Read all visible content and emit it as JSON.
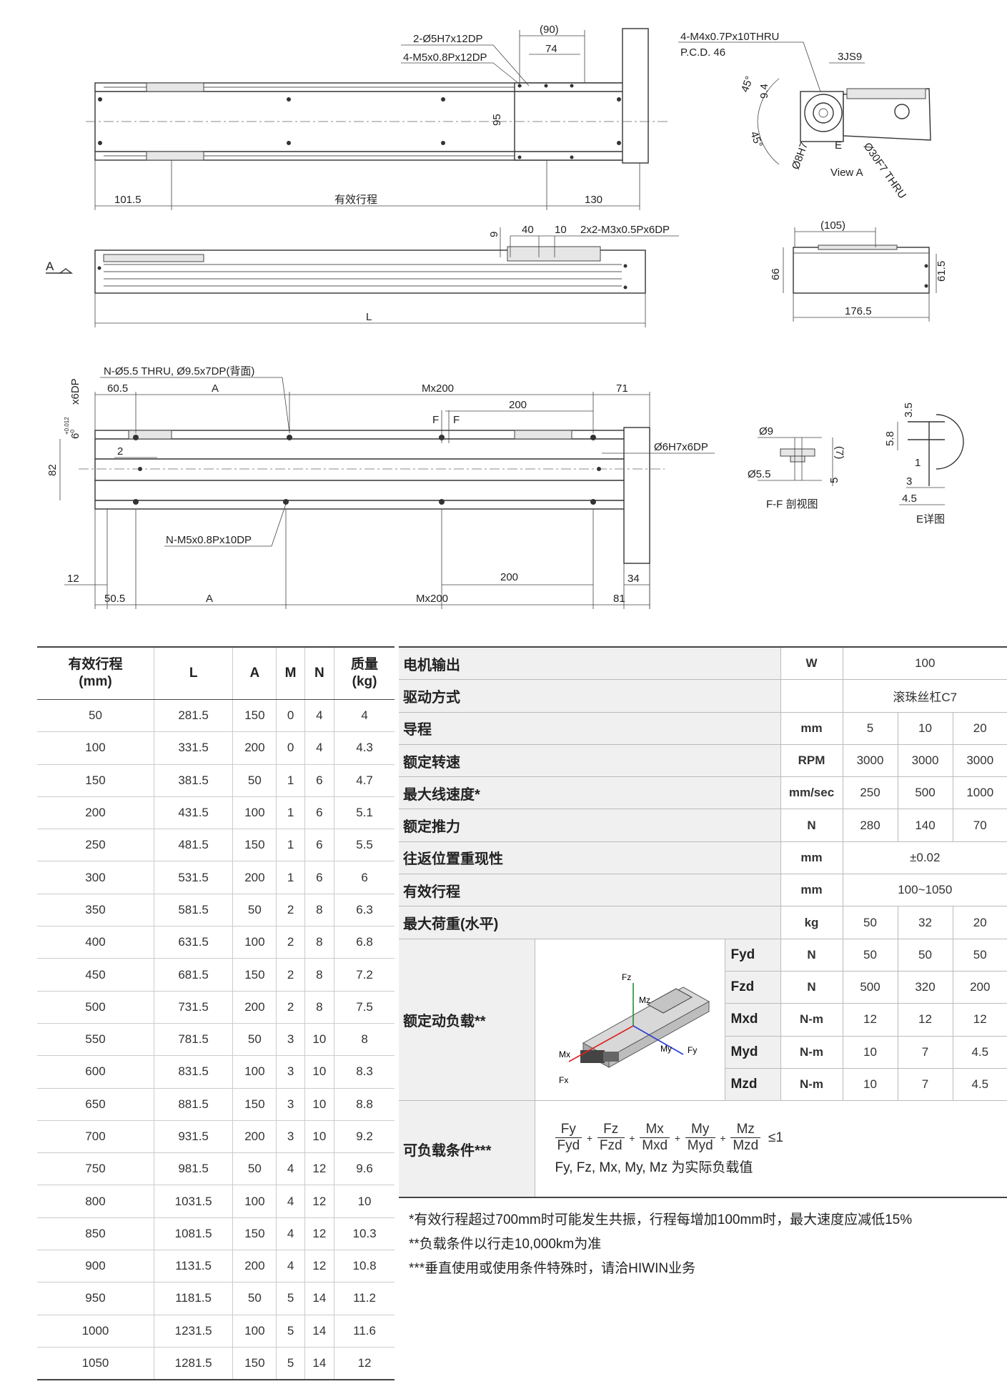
{
  "drawing": {
    "top_dims": {
      "d1": "2-Ø5H7x12DP",
      "d2": "4-M5x0.8Px12DP",
      "d3": "(90)",
      "d4": "74",
      "d5": "95",
      "d6": "101.5",
      "d7": "有效行程",
      "d8": "130"
    },
    "view_a": {
      "d1": "4-M4x0.7Px10THRU",
      "d2": "P.C.D. 46",
      "d3": "3JS9",
      "d4": "45°",
      "d5": "9.4",
      "d6": "45°",
      "d7": "Ø8H7",
      "d8": "E",
      "d9": "Ø30F7 THRU",
      "label": "View A"
    },
    "side_dims": {
      "d1": "9",
      "d2": "40",
      "d3": "10",
      "d4": "2x2-M3x0.5Px6DP",
      "d5": "A",
      "d6": "L"
    },
    "end_dims": {
      "d1": "(105)",
      "d2": "66",
      "d3": "61.5",
      "d4": "176.5"
    },
    "bottom_dims": {
      "d1": "N-Ø5.5 THRU, Ø9.5x7DP(背面)",
      "d2": "60.5",
      "d3": "A",
      "d4": "Mx200",
      "d5": "71",
      "d6": "x6DP",
      "d6a": "6",
      "d6b": "+0.012",
      "d6c": "-0",
      "d7": "F",
      "d8": "F",
      "d9": "200",
      "d10": "2",
      "d11": "82",
      "d12": "Ø6H7x6DP",
      "d13": "N-M5x0.8Px10DP",
      "d14": "12",
      "d15": "200",
      "d16": "34",
      "d17": "50.5",
      "d18": "A",
      "d19": "Mx200",
      "d20": "81"
    },
    "section_ff": {
      "d1": "Ø9",
      "d2": "(7)",
      "d3": "Ø5.5",
      "d4": "5",
      "label": "F-F 剖视图"
    },
    "detail_e": {
      "d1": "3.5",
      "d2": "5.8",
      "d3": "1",
      "d4": "3",
      "d5": "4.5",
      "label": "E详图"
    }
  },
  "stroke_table": {
    "headers": [
      "有效行程\n(mm)",
      "L",
      "A",
      "M",
      "N",
      "质量\n(kg)"
    ],
    "rows": [
      [
        "50",
        "281.5",
        "150",
        "0",
        "4",
        "4"
      ],
      [
        "100",
        "331.5",
        "200",
        "0",
        "4",
        "4.3"
      ],
      [
        "150",
        "381.5",
        "50",
        "1",
        "6",
        "4.7"
      ],
      [
        "200",
        "431.5",
        "100",
        "1",
        "6",
        "5.1"
      ],
      [
        "250",
        "481.5",
        "150",
        "1",
        "6",
        "5.5"
      ],
      [
        "300",
        "531.5",
        "200",
        "1",
        "6",
        "6"
      ],
      [
        "350",
        "581.5",
        "50",
        "2",
        "8",
        "6.3"
      ],
      [
        "400",
        "631.5",
        "100",
        "2",
        "8",
        "6.8"
      ],
      [
        "450",
        "681.5",
        "150",
        "2",
        "8",
        "7.2"
      ],
      [
        "500",
        "731.5",
        "200",
        "2",
        "8",
        "7.5"
      ],
      [
        "550",
        "781.5",
        "50",
        "3",
        "10",
        "8"
      ],
      [
        "600",
        "831.5",
        "100",
        "3",
        "10",
        "8.3"
      ],
      [
        "650",
        "881.5",
        "150",
        "3",
        "10",
        "8.8"
      ],
      [
        "700",
        "931.5",
        "200",
        "3",
        "10",
        "9.2"
      ],
      [
        "750",
        "981.5",
        "50",
        "4",
        "12",
        "9.6"
      ],
      [
        "800",
        "1031.5",
        "100",
        "4",
        "12",
        "10"
      ],
      [
        "850",
        "1081.5",
        "150",
        "4",
        "12",
        "10.3"
      ],
      [
        "900",
        "1131.5",
        "200",
        "4",
        "12",
        "10.8"
      ],
      [
        "950",
        "1181.5",
        "50",
        "5",
        "14",
        "11.2"
      ],
      [
        "1000",
        "1231.5",
        "100",
        "5",
        "14",
        "11.6"
      ],
      [
        "1050",
        "1281.5",
        "150",
        "5",
        "14",
        "12"
      ]
    ]
  },
  "spec": {
    "motor_output": {
      "label": "电机输出",
      "unit": "W",
      "value": "100"
    },
    "drive": {
      "label": "驱动方式",
      "unit": "",
      "value": "滚珠丝杠C7"
    },
    "lead": {
      "label": "导程",
      "unit": "mm",
      "v1": "5",
      "v2": "10",
      "v3": "20"
    },
    "speed": {
      "label": "额定转速",
      "unit": "RPM",
      "v1": "3000",
      "v2": "3000",
      "v3": "3000"
    },
    "max_speed": {
      "label": "最大线速度*",
      "unit": "mm/sec",
      "v1": "250",
      "v2": "500",
      "v3": "1000"
    },
    "thrust": {
      "label": "额定推力",
      "unit": "N",
      "v1": "280",
      "v2": "140",
      "v3": "70"
    },
    "repeat": {
      "label": "往返位置重现性",
      "unit": "mm",
      "value": "±0.02"
    },
    "stroke": {
      "label": "有效行程",
      "unit": "mm",
      "value": "100~1050"
    },
    "max_load": {
      "label": "最大荷重(水平)",
      "unit": "kg",
      "v1": "50",
      "v2": "32",
      "v3": "20"
    },
    "dyn_load": {
      "label": "额定动负载**",
      "axes": {
        "fz": "Fz",
        "mz": "Mz",
        "mx": "Mx",
        "fx": "Fx",
        "my": "My",
        "fy": "Fy"
      },
      "rows": [
        {
          "name": "Fyd",
          "unit": "N",
          "v1": "50",
          "v2": "50",
          "v3": "50"
        },
        {
          "name": "Fzd",
          "unit": "N",
          "v1": "500",
          "v2": "320",
          "v3": "200"
        },
        {
          "name": "Mxd",
          "unit": "N-m",
          "v1": "12",
          "v2": "12",
          "v3": "12"
        },
        {
          "name": "Myd",
          "unit": "N-m",
          "v1": "10",
          "v2": "7",
          "v3": "4.5"
        },
        {
          "name": "Mzd",
          "unit": "N-m",
          "v1": "10",
          "v2": "7",
          "v3": "4.5"
        }
      ]
    },
    "condition": {
      "label": "可负载条件***",
      "f1n": "Fy",
      "f1d": "Fyd",
      "f2n": "Fz",
      "f2d": "Fzd",
      "f3n": "Mx",
      "f3d": "Mxd",
      "f4n": "My",
      "f4d": "Myd",
      "f5n": "Mz",
      "f5d": "Mzd",
      "plus": "+",
      "le": "≤1",
      "note": "Fy, Fz, Mx, My, Mz 为实际负载值"
    }
  },
  "notes": [
    "*有效行程超过700mm时可能发生共振，行程每增加100mm时，最大速度应减低15%",
    "**负载条件以行走10,000km为准",
    "***垂直使用或使用条件特殊时，请洽HIWIN业务"
  ]
}
